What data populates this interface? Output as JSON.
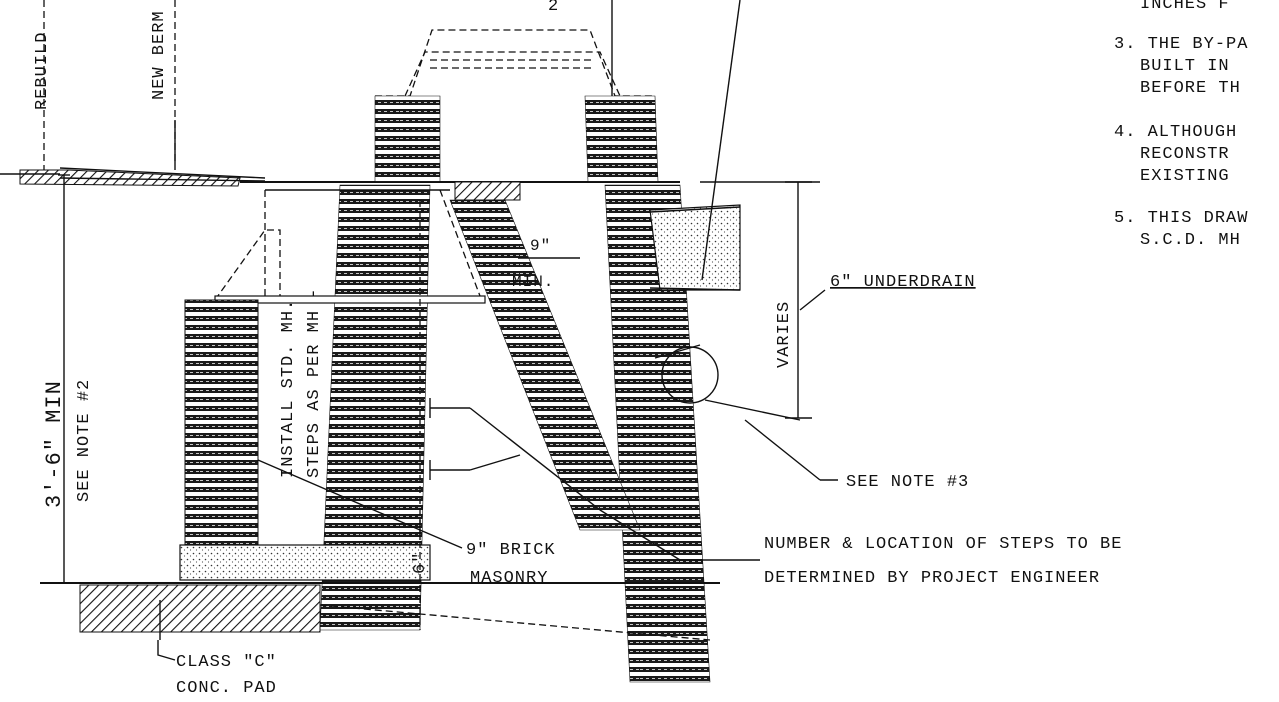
{
  "notes": [
    "INCHES F",
    "3. THE BY-PA",
    "BUILT IN",
    "BEFORE TH",
    "4. ALTHOUGH",
    "RECONSTR",
    "EXISTING",
    "5. THIS DRAW",
    "S.C.D. MH"
  ],
  "labels": {
    "rebuild": "REBUILD",
    "new_berm": "NEW BERM",
    "min_depth": "3'-6\" MIN",
    "see_note_2": "SEE NOTE #2",
    "install_steps_1": "INSTALL STD. MH.",
    "install_steps_2": "STEPS AS PER MH -",
    "nine_min_1": "9\"",
    "nine_min_2": "MIN.",
    "varies": "VARIES",
    "underdrain": "6\" UNDERDRAIN",
    "see_note_3": "SEE NOTE #3",
    "brick_1": "9\" BRICK",
    "brick_2": "MASONRY",
    "six": "6\"",
    "steps_note_1": "NUMBER & LOCATION OF STEPS TO BE",
    "steps_note_2": "DETERMINED BY PROJECT ENGINEER",
    "pad_1": "CLASS \"C\"",
    "pad_2": "CONC. PAD",
    "two": "2"
  }
}
